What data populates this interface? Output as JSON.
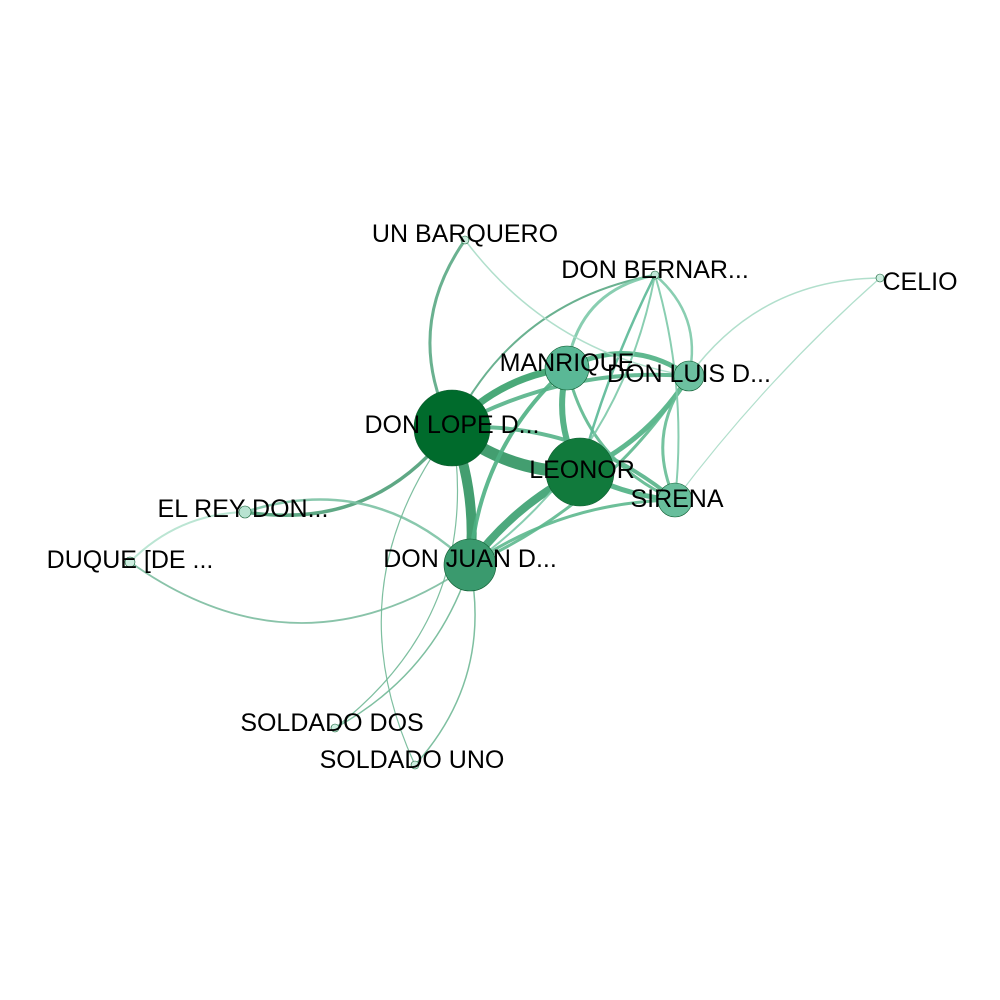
{
  "graph": {
    "nodes": [
      {
        "id": "lope",
        "label": "DON LOPE D...",
        "color": "#006b2c"
      },
      {
        "id": "leonor",
        "label": "LEONOR",
        "color": "#117a3c"
      },
      {
        "id": "juan",
        "label": "DON JUAN D...",
        "color": "#3a9a6e"
      },
      {
        "id": "manrique",
        "label": "MANRIQUE",
        "color": "#5ab896"
      },
      {
        "id": "luis",
        "label": "DON LUIS D...",
        "color": "#6cc0a0"
      },
      {
        "id": "sirena",
        "label": "SIRENA",
        "color": "#68be9c"
      },
      {
        "id": "bernar",
        "label": "DON BERNAR...",
        "color": "#bfe6d6"
      },
      {
        "id": "barquero",
        "label": "UN BARQUERO",
        "color": "#c9ebdc"
      },
      {
        "id": "celio",
        "label": "CELIO",
        "color": "#cdeee0"
      },
      {
        "id": "rey",
        "label": "EL REY DON...",
        "color": "#b8e3d1"
      },
      {
        "id": "duque",
        "label": "DUQUE [DE ...",
        "color": "#cdeee0"
      },
      {
        "id": "soldado_dos",
        "label": "SOLDADO DOS",
        "color": "#cdeee0"
      },
      {
        "id": "soldado_uno",
        "label": "SOLDADO UNO",
        "color": "#cdeee0"
      }
    ],
    "edges": [
      {
        "source": "lope",
        "target": "leonor",
        "color": "#2f9460"
      },
      {
        "source": "lope",
        "target": "juan",
        "color": "#2f9460"
      },
      {
        "source": "lope",
        "target": "manrique",
        "color": "#36a06a"
      },
      {
        "source": "leonor",
        "target": "juan",
        "color": "#3aa070"
      },
      {
        "source": "leonor",
        "target": "manrique",
        "color": "#45aa7a"
      },
      {
        "source": "leonor",
        "target": "luis",
        "color": "#4eb083"
      },
      {
        "source": "leonor",
        "target": "sirena",
        "color": "#4eb083"
      },
      {
        "source": "manrique",
        "target": "luis",
        "color": "#4eb083"
      },
      {
        "source": "manrique",
        "target": "juan",
        "color": "#4eb083"
      },
      {
        "source": "lope",
        "target": "luis",
        "color": "#55b388"
      },
      {
        "source": "lope",
        "target": "sirena",
        "color": "#55b388"
      },
      {
        "source": "juan",
        "target": "luis",
        "color": "#5db88e"
      },
      {
        "source": "juan",
        "target": "sirena",
        "color": "#5db88e"
      },
      {
        "source": "manrique",
        "target": "sirena",
        "color": "#5db88e"
      },
      {
        "source": "luis",
        "target": "sirena",
        "color": "#66bc95"
      },
      {
        "source": "lope",
        "target": "barquero",
        "color": "#5aa884"
      },
      {
        "source": "lope",
        "target": "bernar",
        "color": "#5aa884"
      },
      {
        "source": "bernar",
        "target": "manrique",
        "color": "#7cc9a8"
      },
      {
        "source": "bernar",
        "target": "luis",
        "color": "#7cc9a8"
      },
      {
        "source": "bernar",
        "target": "sirena",
        "color": "#7cc9a8"
      },
      {
        "source": "bernar",
        "target": "leonor",
        "color": "#5ab896"
      },
      {
        "source": "bernar",
        "target": "juan",
        "color": "#7cc9a8"
      },
      {
        "source": "barquero",
        "target": "luis",
        "color": "#a8dcc6"
      },
      {
        "source": "celio",
        "target": "luis",
        "color": "#a8dcc6"
      },
      {
        "source": "celio",
        "target": "sirena",
        "color": "#a8dcc6"
      },
      {
        "source": "rey",
        "target": "lope",
        "color": "#4e9f78"
      },
      {
        "source": "rey",
        "target": "juan",
        "color": "#7cc2a4"
      },
      {
        "source": "duque",
        "target": "rey",
        "color": "#b4e2ce"
      },
      {
        "source": "duque",
        "target": "juan",
        "color": "#7cbda0"
      },
      {
        "source": "soldado_dos",
        "target": "juan",
        "color": "#70b896"
      },
      {
        "source": "soldado_dos",
        "target": "lope",
        "color": "#70b896"
      },
      {
        "source": "soldado_uno",
        "target": "juan",
        "color": "#70b896"
      },
      {
        "source": "soldado_uno",
        "target": "lope",
        "color": "#70b896"
      }
    ]
  }
}
